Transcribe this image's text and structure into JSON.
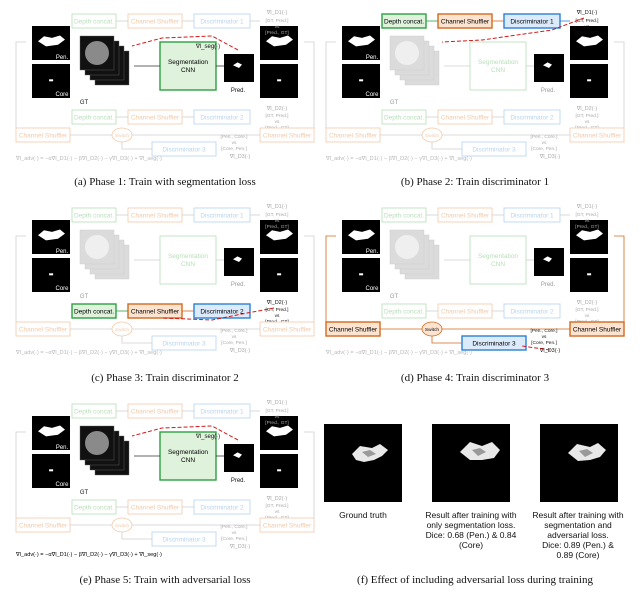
{
  "labels": {
    "depth_concat": "Depth concat.",
    "channel_shuffler": "Channel Shuffler",
    "discriminator_1": "Discriminator 1",
    "discriminator_2": "Discriminator 2",
    "discriminator_3": "Discriminator 3",
    "segmentation_cnn_line1": "Segmentation",
    "segmentation_cnn_line2": "CNN",
    "switch": "Switch",
    "pen": "Pen.",
    "core": "Core",
    "gt": "GT",
    "pred": "Pred.",
    "d1_inputs_a": "[GT, Pred.]",
    "d1_inputs_vs": "vs",
    "d1_inputs_b": "[Pred., GT]",
    "d2_inputs_a": "[GT, Pred.]",
    "d2_inputs_b": "[Pred., GT]",
    "d3_inputs_a": "[Pen., Core.]",
    "d3_inputs_b": "[Core, Pen.]",
    "grad_d1": "∇l_D1(·)",
    "grad_d2": "∇l_D2(·)",
    "grad_d3": "∇l_D3(·)",
    "grad_seg": "∇l_seg(·)",
    "grad_adv": "∇l_adv(·) = −α∇l_D1(·) − β∇l_D2(·) − γ∇l_D3(·)",
    "grad_adv_plus": "+ ∇l_seg(·)"
  },
  "panels": [
    {
      "id": "a",
      "caption": "(a) Phase 1: Train with segmentation loss"
    },
    {
      "id": "b",
      "caption": "(b) Phase 2: Train discriminator 1"
    },
    {
      "id": "c",
      "caption": "(c) Phase 3: Train discriminator 2"
    },
    {
      "id": "d",
      "caption": "(d) Phase 4: Train discriminator 3"
    },
    {
      "id": "e",
      "caption": "(e) Phase 5: Train with adversarial loss"
    },
    {
      "id": "f",
      "caption": "(f) Effect of including adversarial loss during training"
    }
  ],
  "effect_panel": {
    "ground_truth": "Ground truth",
    "seg_only": [
      "Result after training with",
      "only segmentation loss.",
      "Dice: 0.68 (Pen.) & 0.84 (Core)"
    ],
    "seg_adv": [
      "Result after training with",
      "segmentation and",
      "adversarial loss.",
      "Dice: 0.89 (Pen.) &",
      "0.89 (Core)"
    ]
  },
  "colors": {
    "green": "#2ea043",
    "orange": "#d2691e",
    "blue": "#2b7fd4",
    "faded_green": "#b7dfb7",
    "faded_orange": "#f3c9a8",
    "faded_blue": "#b5d3f1",
    "red_dash": "#d11a1a",
    "gray_line": "#cfcfcf"
  }
}
